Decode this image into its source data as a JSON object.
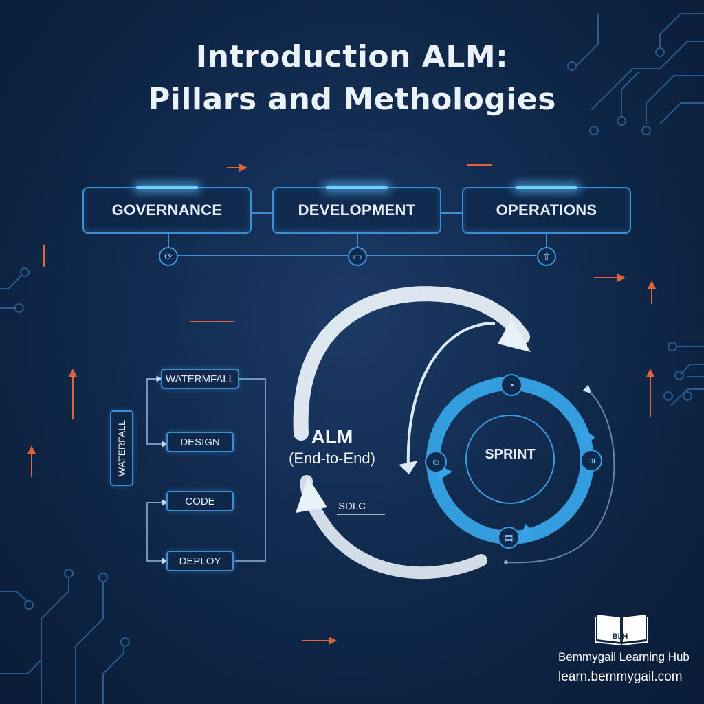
{
  "title": {
    "line1": "Introduction ALM:",
    "line2": "Pillars and Methologies"
  },
  "pillars": [
    {
      "label": "GOVERNANCE",
      "icon": "refresh-gear-icon"
    },
    {
      "label": "DEVELOPMENT",
      "icon": "monitor-chart-icon"
    },
    {
      "label": "OPERATIONS",
      "icon": "cloud-upload-icon"
    }
  ],
  "waterfall": {
    "side_label": "WATERFALL",
    "steps": [
      "WATERMFALL",
      "DESIGN",
      "CODE",
      "DEPLOY"
    ]
  },
  "cycle": {
    "alm_label": "ALM",
    "alm_sublabel": "(End-to-End)",
    "sdlc_label": "SDLC",
    "sprint_label": "SPRINT",
    "sprint_icons": [
      "team-chart-icon",
      "export-icon",
      "terminal-icon",
      "user-icon"
    ]
  },
  "branding": {
    "logo_text": "BLH",
    "name": "Bemmygail Learning Hub",
    "site": "learn.bemmygail.com"
  },
  "colors": {
    "accent_blue": "#3d9be0",
    "ring_blue": "#36a3e6",
    "accent_orange": "#e0643a",
    "background": "#0f2748"
  }
}
